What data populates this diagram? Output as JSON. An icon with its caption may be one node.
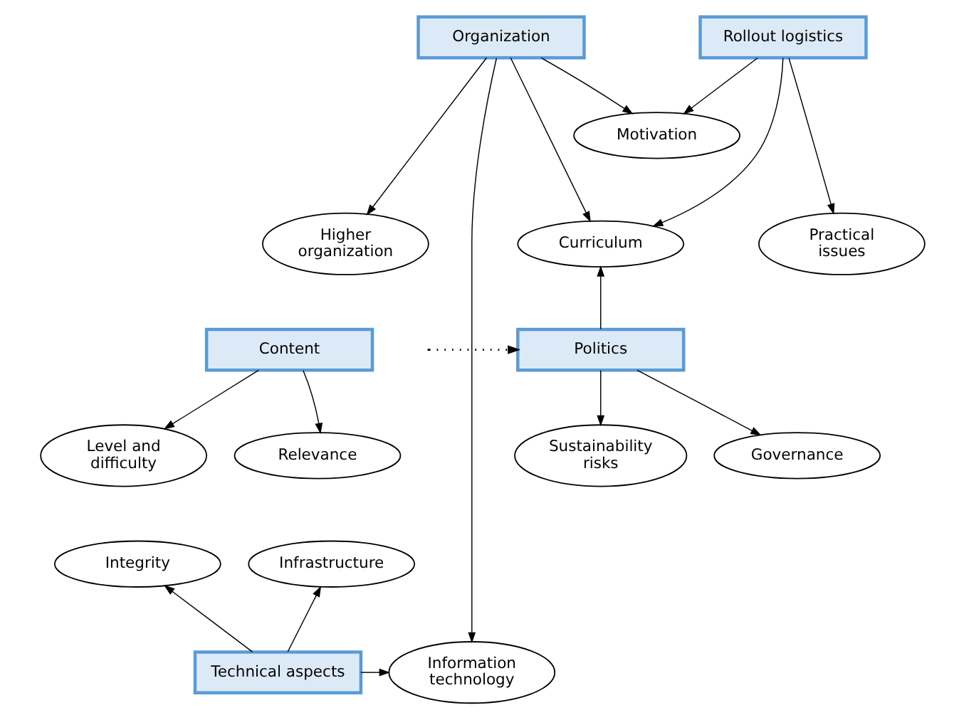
{
  "diagram": {
    "nodes": [
      {
        "text": [
          "Organization"
        ]
      },
      {
        "text": [
          "Rollout logistics"
        ]
      },
      {
        "text": [
          "Motivation"
        ]
      },
      {
        "text": [
          "Higher organization"
        ]
      },
      {
        "text": [
          "Curriculum"
        ]
      },
      {
        "text": [
          "Practical issues"
        ]
      },
      {
        "text": [
          "Content"
        ]
      },
      {
        "text": [
          "Politics"
        ]
      },
      {
        "text": [
          "Relevance"
        ]
      },
      {
        "text": [
          "Level and difficulty"
        ]
      },
      {
        "text": [
          "Governance"
        ]
      },
      {
        "text": [
          "Sustainability risks"
        ]
      },
      {
        "text": [
          "Infrastructure"
        ]
      },
      {
        "text": [
          "Integrity"
        ]
      },
      {
        "text": [
          "Information technology"
        ]
      },
      {
        "text": [
          "Technical aspects"
        ]
      }
    ],
    "edges": [
      {
        "from": 0,
        "to": 3,
        "arrow": "to"
      },
      {
        "from": 0,
        "to": 2,
        "arrow": "to"
      },
      {
        "from": 0,
        "to": 4,
        "arrow": "to"
      },
      {
        "from": 0,
        "to": 14,
        "arrow": "to"
      },
      {
        "from": 1,
        "to": 2,
        "arrow": "to"
      },
      {
        "from": 1,
        "to": 4,
        "arrow": "to"
      },
      {
        "from": 1,
        "to": 5,
        "arrow": "to"
      },
      {
        "from": 7,
        "to": 4,
        "arrow": "to"
      },
      {
        "from": null,
        "to": 7,
        "arrow": "to",
        "style": "dashed"
      },
      {
        "from": 6,
        "to": 8,
        "arrow": "to"
      },
      {
        "from": 6,
        "to": 9,
        "arrow": "to"
      },
      {
        "from": 7,
        "to": 10,
        "arrow": "to"
      },
      {
        "from": 7,
        "to": 11,
        "arrow": "to"
      },
      {
        "from": 15,
        "to": 12,
        "arrow": "to"
      },
      {
        "from": 15,
        "to": 13,
        "arrow": "to"
      },
      {
        "from": 15,
        "to": 14,
        "arrow": "to"
      }
    ]
  }
}
